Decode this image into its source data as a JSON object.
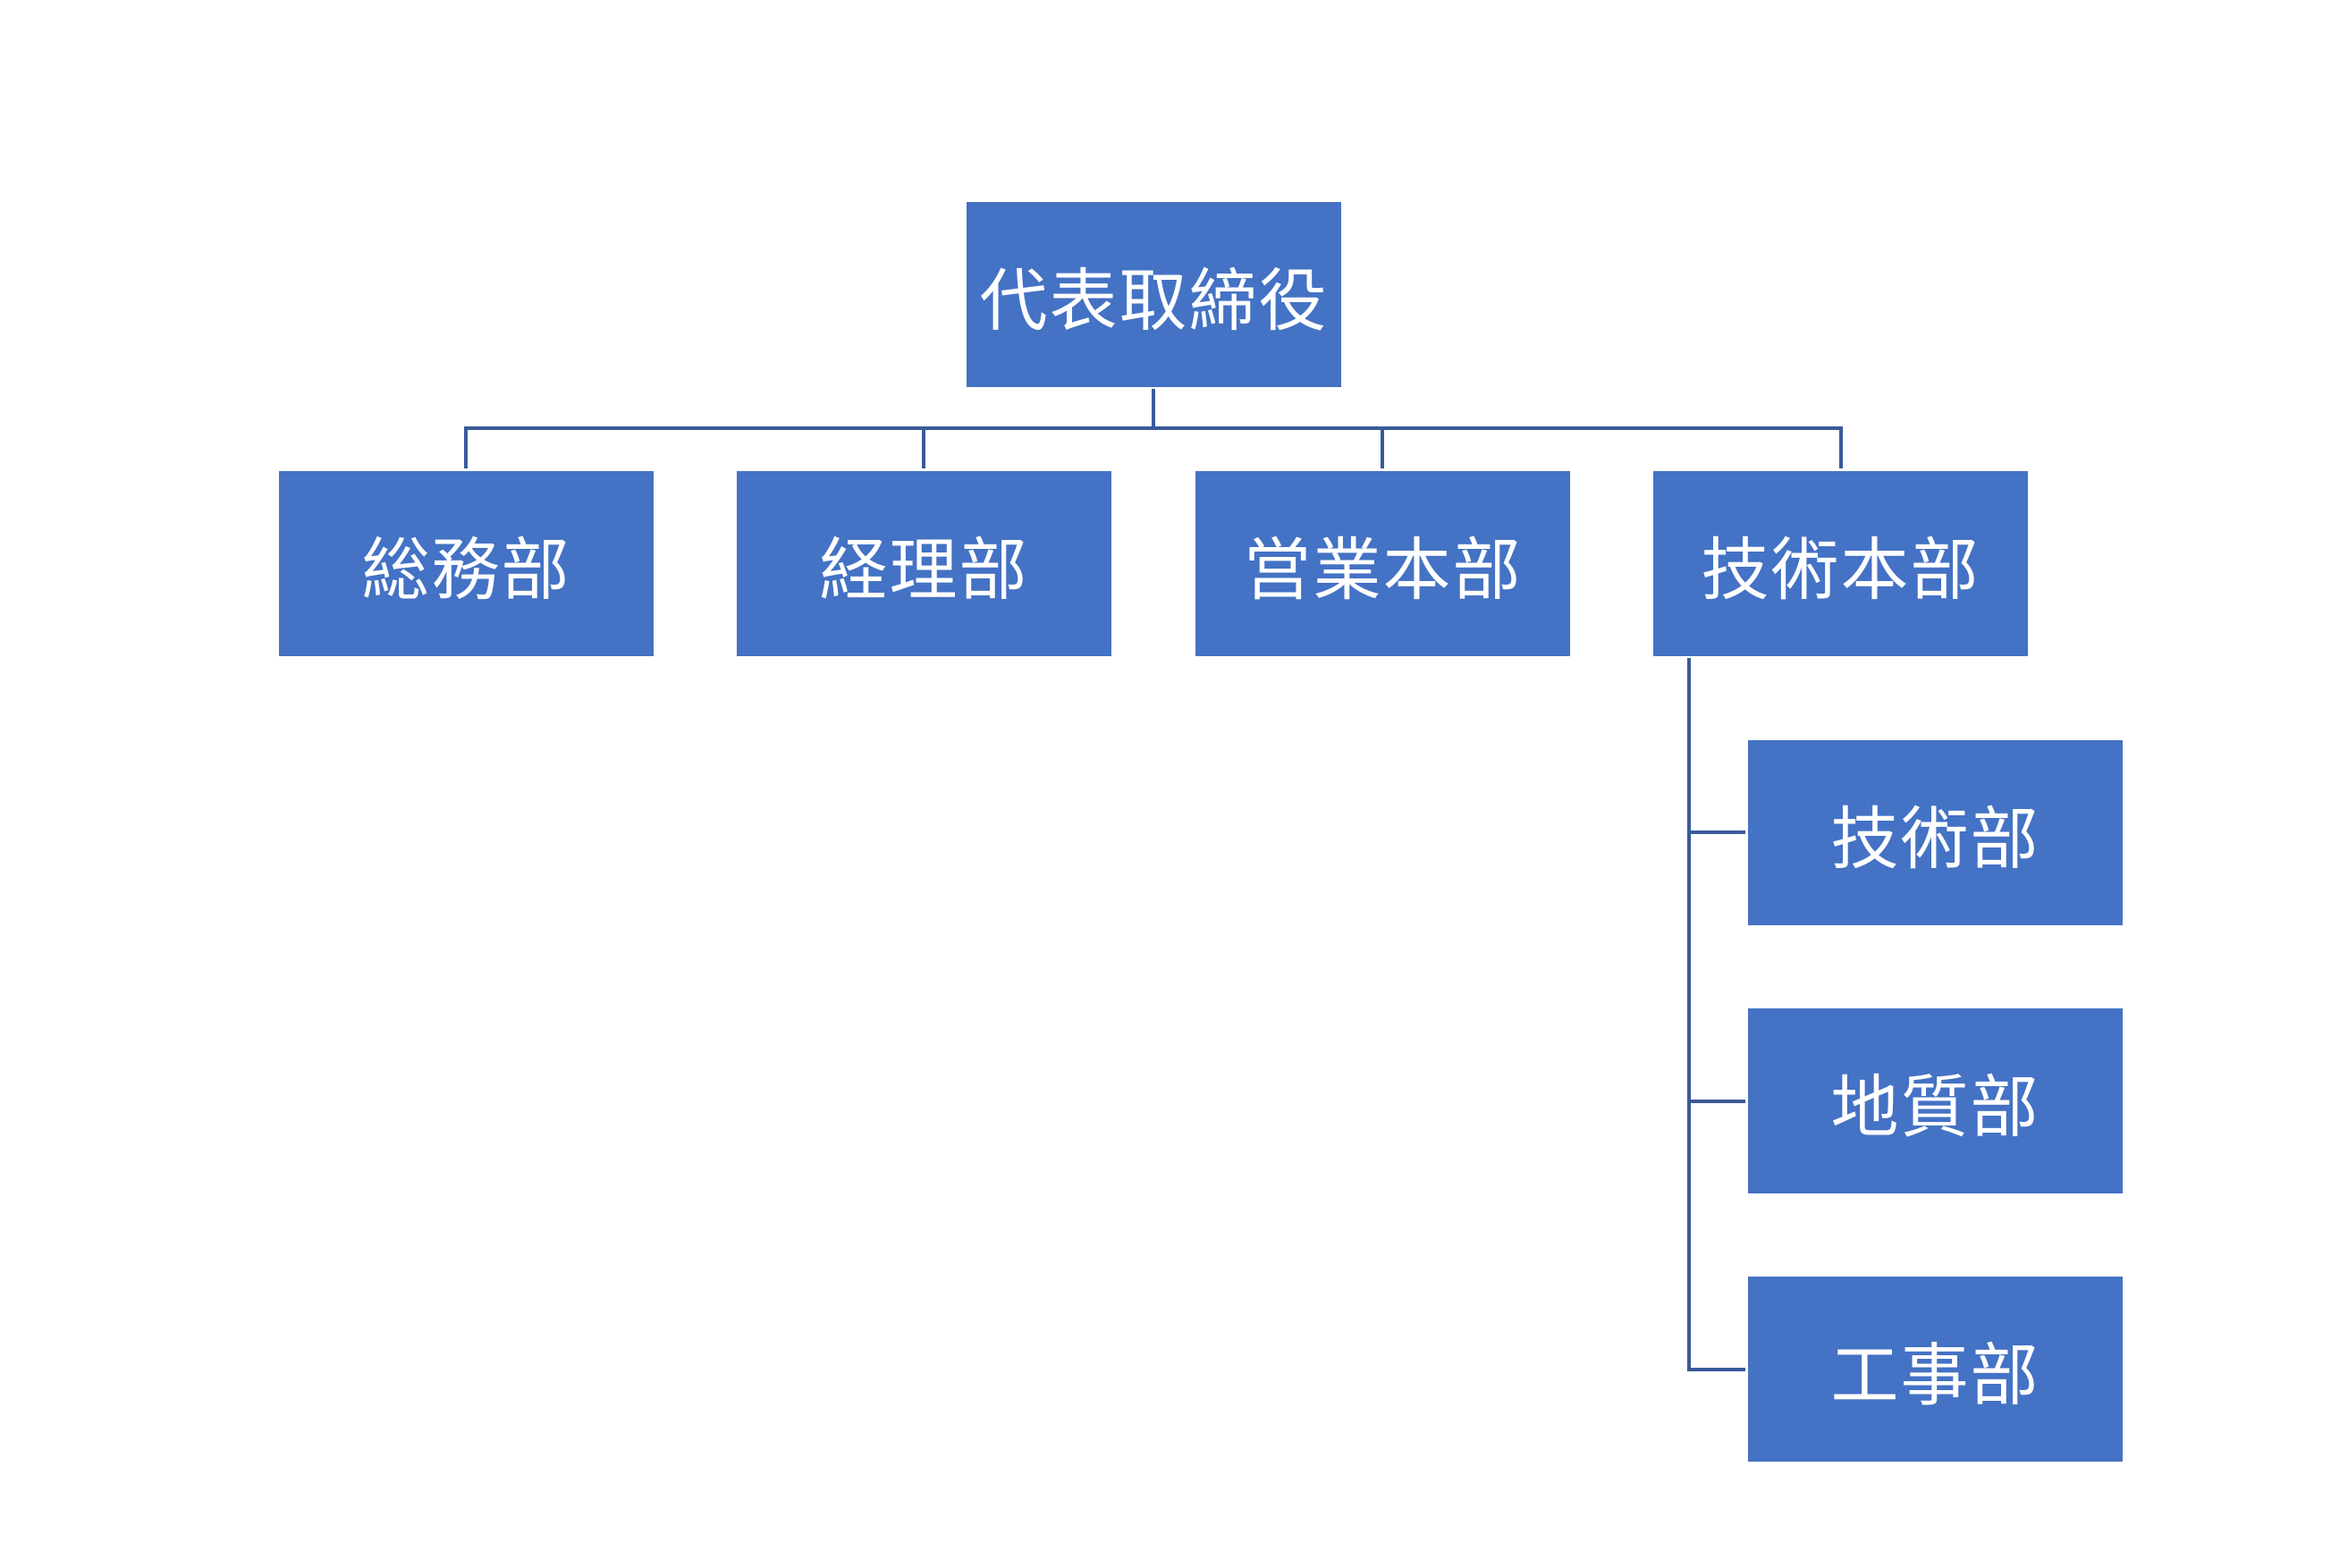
{
  "org_chart": {
    "root": {
      "label": "代表取締役"
    },
    "departments": [
      {
        "label": "総務部"
      },
      {
        "label": "経理部"
      },
      {
        "label": "営業本部"
      },
      {
        "label": "技術本部"
      }
    ],
    "tech_subdepartments": [
      {
        "label": "技術部"
      },
      {
        "label": "地質部"
      },
      {
        "label": "工事部"
      }
    ],
    "colors": {
      "node_fill": "#4472c4",
      "node_text": "#ffffff",
      "connector": "#3a5a9a",
      "background": "#ffffff"
    }
  }
}
